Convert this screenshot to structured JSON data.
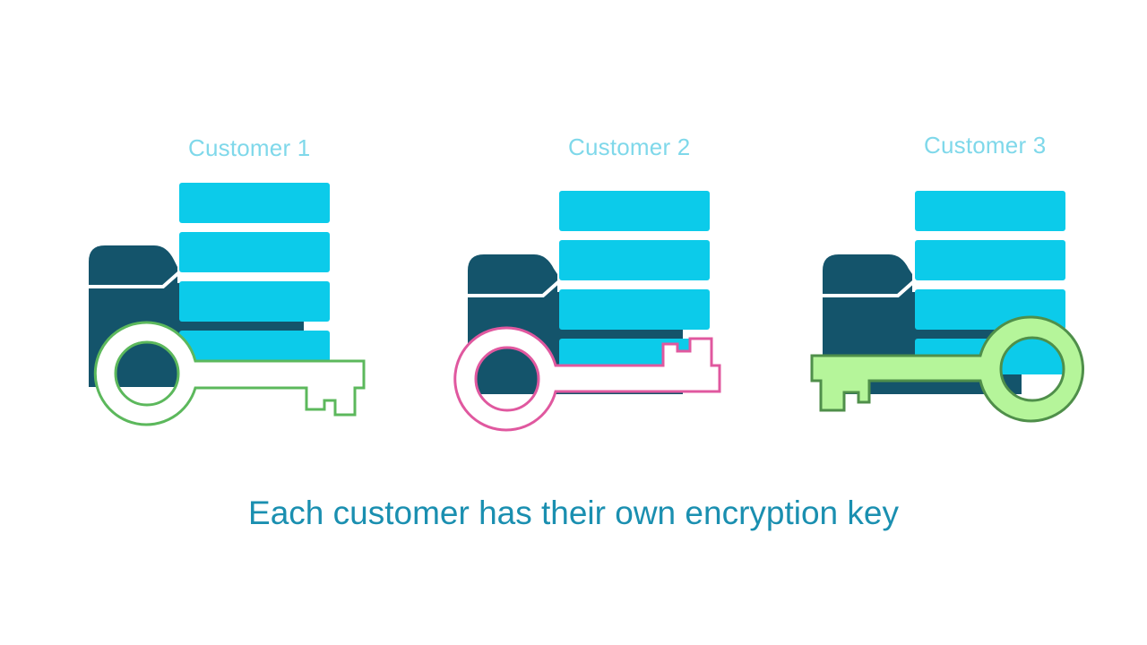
{
  "customers": [
    {
      "label": "Customer 1",
      "key_color": "#5cb85c",
      "key_fill": "#ffffff"
    },
    {
      "label": "Customer 2",
      "key_color": "#e0589f",
      "key_fill": "#ffffff"
    },
    {
      "label": "Customer 3",
      "key_color": "#4f8f4a",
      "key_fill": "#b5f59a"
    }
  ],
  "caption": "Each customer has their own encryption key",
  "colors": {
    "folder": "#14546b",
    "server": "#0ccbea",
    "label_text": "#7fd8ea",
    "caption_text": "#1a8fb0"
  },
  "icons": [
    "folder-icon",
    "server-stack-icon",
    "key-icon"
  ]
}
